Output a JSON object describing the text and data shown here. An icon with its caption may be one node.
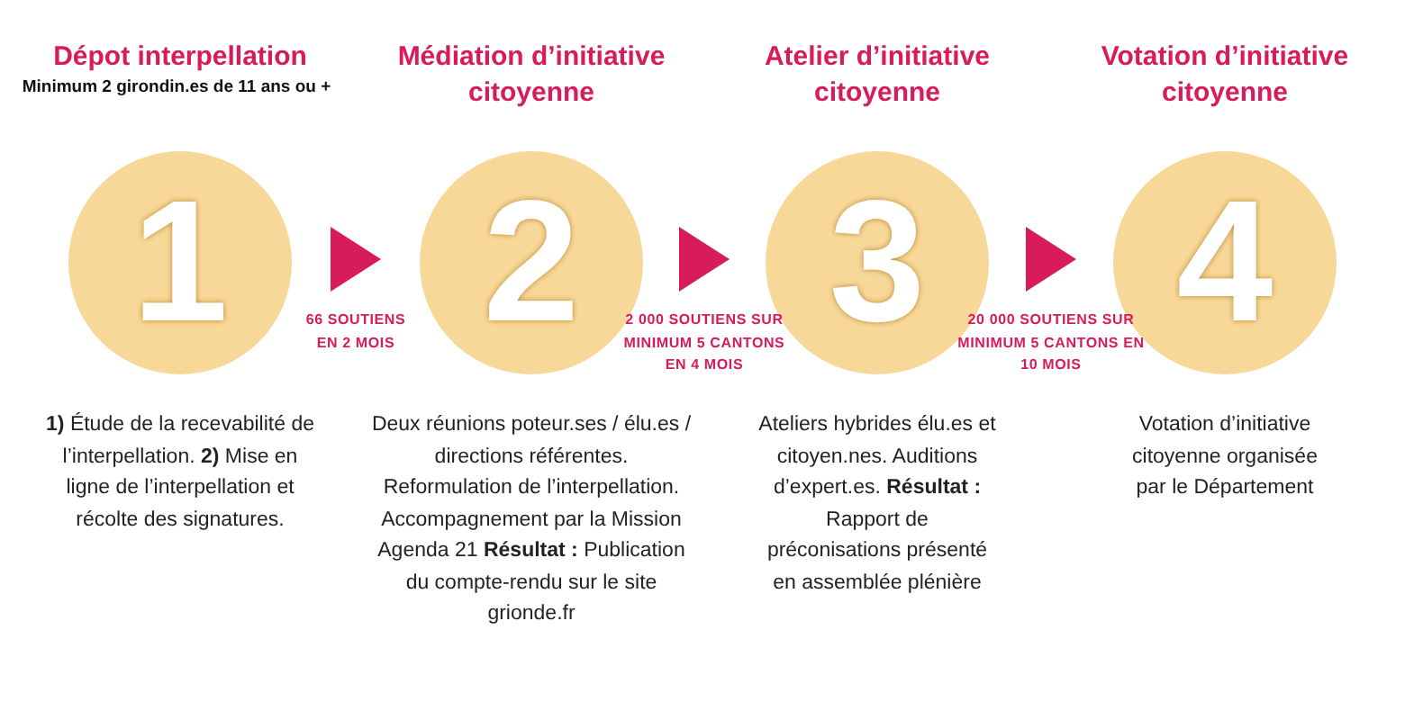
{
  "diagram": {
    "nodes": [
      {
        "text": [
          "Dépot interpellation",
          "Minimum 2 girondin.es de 11 ans ou +",
          "1"
        ],
        "beside": [
          "**1)** Étude de la recevabilité de l’interpellation. **2)** Mise en ligne de l’interpellation et récolte des signatures."
        ]
      },
      {
        "text": [
          "Médiation d’initiative citoyenne",
          "2"
        ],
        "beside": [
          "Deux réunions poteur.ses / élu.es / directions référentes. Reformulation de l’interpellation. Accompagnement par la Mission Agenda 21 **Résultat :** Publication du compte-rendu sur le site grionde.fr"
        ]
      },
      {
        "text": [
          "Atelier d’initiative citoyenne",
          "3"
        ],
        "beside": [
          "Ateliers hybrides élu.es et citoyen.nes. Auditions d’expert.es. **Résultat :** Rapport de préconisations présenté en assemblée plénière"
        ]
      },
      {
        "text": [
          "Votation d’initiative citoyenne",
          "4"
        ],
        "beside": [
          "Votation d’initiative citoyenne organisée par le Département"
        ]
      }
    ],
    "edges": [
      {
        "from": 0,
        "to": 1,
        "arrow": "to",
        "label": "66 SOUTIENS EN 2 MOIS"
      },
      {
        "from": 1,
        "to": 2,
        "arrow": "to",
        "label": "2 000 SOUTIENS SUR MINIMUM 5 CANTONS EN 4 MOIS"
      },
      {
        "from": 2,
        "to": 3,
        "arrow": "to",
        "label": "20 000 SOUTIENS SUR MINIMUM 5 CANTONS EN 10 MOIS"
      }
    ]
  }
}
